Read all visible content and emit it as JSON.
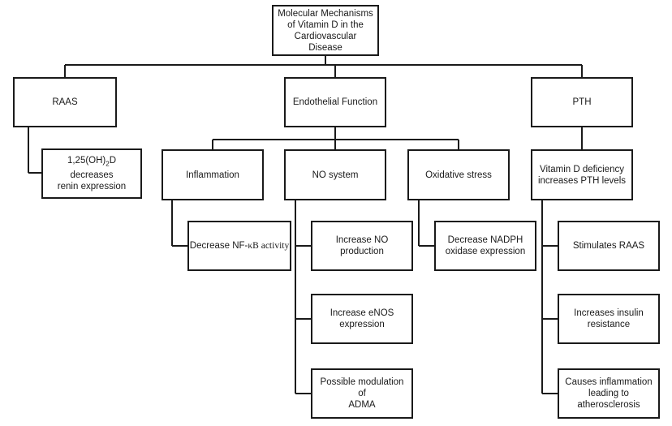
{
  "root": {
    "lines": [
      "Molecular Mechanisms",
      "of Vitamin D in the",
      "Cardiovascular Disease"
    ]
  },
  "raas": {
    "label": "RAAS",
    "child": {
      "text_prefix": "1,25(OH)",
      "text_sub": "2",
      "text_suffix": "D decreases",
      "line2": "renin expression"
    }
  },
  "endothelial": {
    "label": "Endothelial Function",
    "inflammation": {
      "label": "Inflammation",
      "child": {
        "prefix": "Decrease NF-",
        "kappa": "κB",
        "suffix": " activity"
      }
    },
    "no_system": {
      "label": "NO system",
      "children": [
        {
          "lines": [
            "Increase NO production"
          ]
        },
        {
          "lines": [
            "Increase eNOS",
            "expression"
          ]
        },
        {
          "lines": [
            "Possible modulation of",
            "ADMA"
          ]
        }
      ]
    },
    "oxidative": {
      "label": "Oxidative stress",
      "child": {
        "lines": [
          "Decrease NADPH",
          "oxidase expression"
        ]
      }
    }
  },
  "pth": {
    "label": "PTH",
    "sub": {
      "lines": [
        "Vitamin D deficiency",
        "increases PTH levels"
      ]
    },
    "children": [
      {
        "lines": [
          "Stimulates RAAS"
        ]
      },
      {
        "lines": [
          "Increases insulin",
          "resistance"
        ]
      },
      {
        "lines": [
          "Causes inflammation",
          "leading to",
          "atherosclerosis"
        ]
      }
    ]
  }
}
